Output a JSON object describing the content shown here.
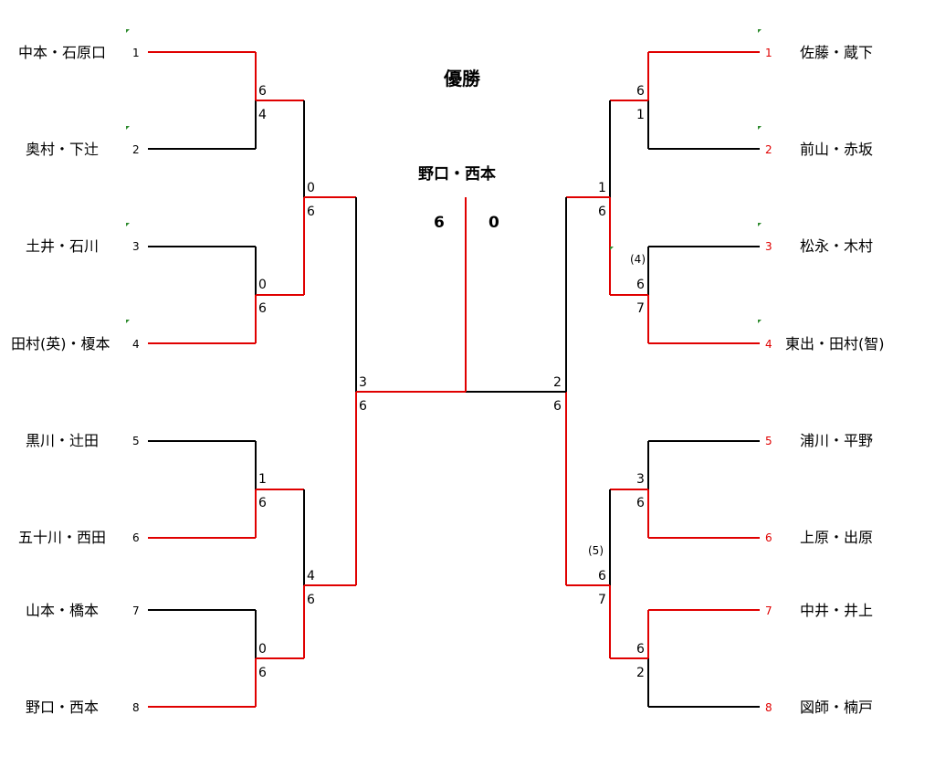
{
  "title": "優勝",
  "champion": "野口・西本",
  "final_score": {
    "left": "6",
    "right": "0"
  },
  "colors": {
    "win": "#e00000",
    "lose": "#000000",
    "mark": "#2e8b2e"
  },
  "left_players": [
    {
      "name": "中本・石原口",
      "seed": "1"
    },
    {
      "name": "奥村・下辻",
      "seed": "2"
    },
    {
      "name": "土井・石川",
      "seed": "3"
    },
    {
      "name": "田村(英)・榎本",
      "seed": "4"
    },
    {
      "name": "黒川・辻田",
      "seed": "5"
    },
    {
      "name": "五十川・西田",
      "seed": "6"
    },
    {
      "name": "山本・橋本",
      "seed": "7"
    },
    {
      "name": "野口・西本",
      "seed": "8"
    }
  ],
  "right_players": [
    {
      "name": "佐藤・蔵下",
      "seed": "1"
    },
    {
      "name": "前山・赤坂",
      "seed": "2"
    },
    {
      "name": "松永・木村",
      "seed": "3"
    },
    {
      "name": "東出・田村(智)",
      "seed": "4"
    },
    {
      "name": "浦川・平野",
      "seed": "5"
    },
    {
      "name": "上原・出原",
      "seed": "6"
    },
    {
      "name": "中井・井上",
      "seed": "7"
    },
    {
      "name": "図師・楠戸",
      "seed": "8"
    }
  ],
  "left_scores": {
    "r1": [
      [
        "6",
        "4"
      ],
      [
        "0",
        "6"
      ],
      [
        "1",
        "6"
      ],
      [
        "0",
        "6"
      ]
    ],
    "r2": [
      [
        "0",
        "6"
      ],
      [
        "4",
        "6"
      ]
    ],
    "r3": [
      [
        "3",
        "6"
      ]
    ]
  },
  "right_scores": {
    "r1": [
      [
        "6",
        "1"
      ],
      [
        "6",
        "7"
      ],
      [
        "3",
        "6"
      ],
      [
        "6",
        "2"
      ]
    ],
    "r2": [
      [
        "1",
        "6"
      ],
      [
        "6",
        "7"
      ]
    ],
    "r3": [
      [
        "2",
        "6"
      ]
    ]
  },
  "right_notes": [
    "(4)",
    "(5)"
  ]
}
